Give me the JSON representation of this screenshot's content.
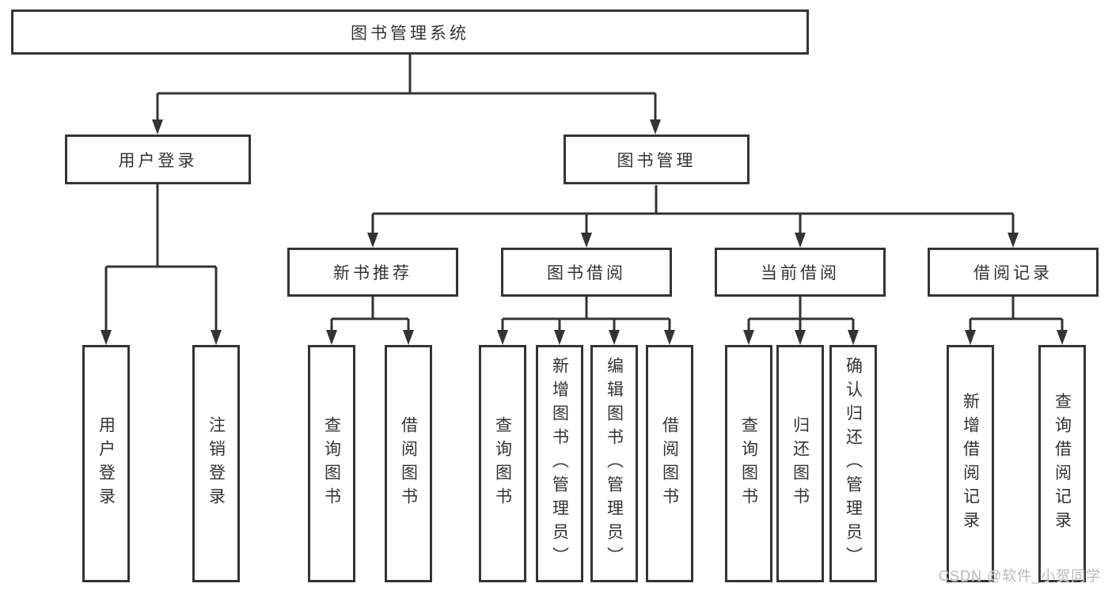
{
  "diagram": {
    "root": "图书管理系统",
    "level2": {
      "user_login": "用户登录",
      "book_mgmt": "图书管理"
    },
    "level3": {
      "new_books": "新书推荐",
      "book_borrow": "图书借阅",
      "current_borrow": "当前借阅",
      "borrow_records": "借阅记录"
    },
    "leaves": {
      "login_user_login": "用户登录",
      "login_logout": "注销登录",
      "nb_query_books": "查询图书",
      "nb_borrow_books": "借阅图书",
      "bb_query_books": "查询图书",
      "bb_add_books_admin": "新增图书（管理员）",
      "bb_edit_books_admin": "编辑图书（管理员）",
      "bb_borrow_books": "借阅图书",
      "cb_query_books": "查询图书",
      "cb_return_books": "归还图书",
      "cb_confirm_return_admin": "确认归还（管理员）",
      "br_add_record": "新增借阅记录",
      "br_query_record": "查询借阅记录"
    }
  },
  "watermark": "CSDN @软件_小贺同学",
  "colors": {
    "line": "#333333",
    "box_border": "#343434",
    "text": "#333333",
    "background": "#ffffff",
    "watermark": "#b9b9b9"
  }
}
